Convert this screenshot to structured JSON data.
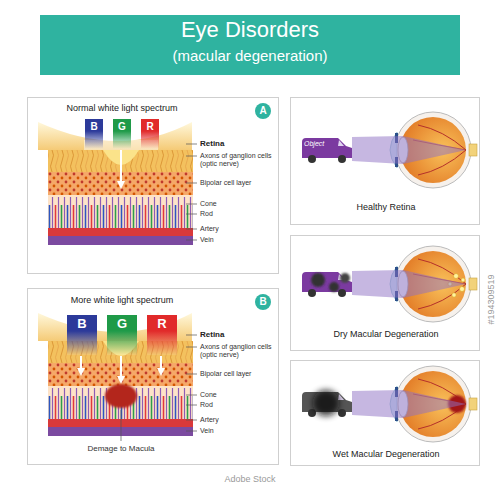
{
  "diagram": {
    "title": "Eye Disorders",
    "nodes": [
      {
        "text": [
          "Normal white light spectrum"
        ]
      },
      {
        "text": [
          "A"
        ],
        "in": 0
      },
      {
        "text": [
          "B"
        ],
        "in": 0
      },
      {
        "text": [
          "G"
        ],
        "in": 0
      },
      {
        "text": [
          "R"
        ],
        "in": 0
      },
      {
        "text": [
          "More white light spectrum"
        ]
      },
      {
        "text": [
          "B"
        ],
        "in": 5
      },
      {
        "text": [
          "B"
        ],
        "in": 5
      },
      {
        "text": [
          "G"
        ],
        "in": 5
      },
      {
        "text": [
          "R"
        ],
        "in": 5
      },
      {
        "text": [
          "Healthy Retina"
        ]
      },
      {
        "text": [
          "Dry Macular Degeneration"
        ]
      },
      {
        "text": [
          "Wet Macular Degeneration"
        ]
      }
    ],
    "labels": [
      "(macular degeneration)",
      "Retina",
      "Axons of ganglion cells (optic nerve)",
      "Bipolar cell layer",
      "Cone",
      "Rod",
      "Artery",
      "Vein",
      "Retina",
      "Axons of ganglion cells (optic nerve)",
      "Bipolar cell layer",
      "Cone",
      "Rod",
      "Artery",
      "Vein",
      "Demage to Macula",
      "Object",
      "Adobe Stock",
      "#194309519"
    ]
  }
}
